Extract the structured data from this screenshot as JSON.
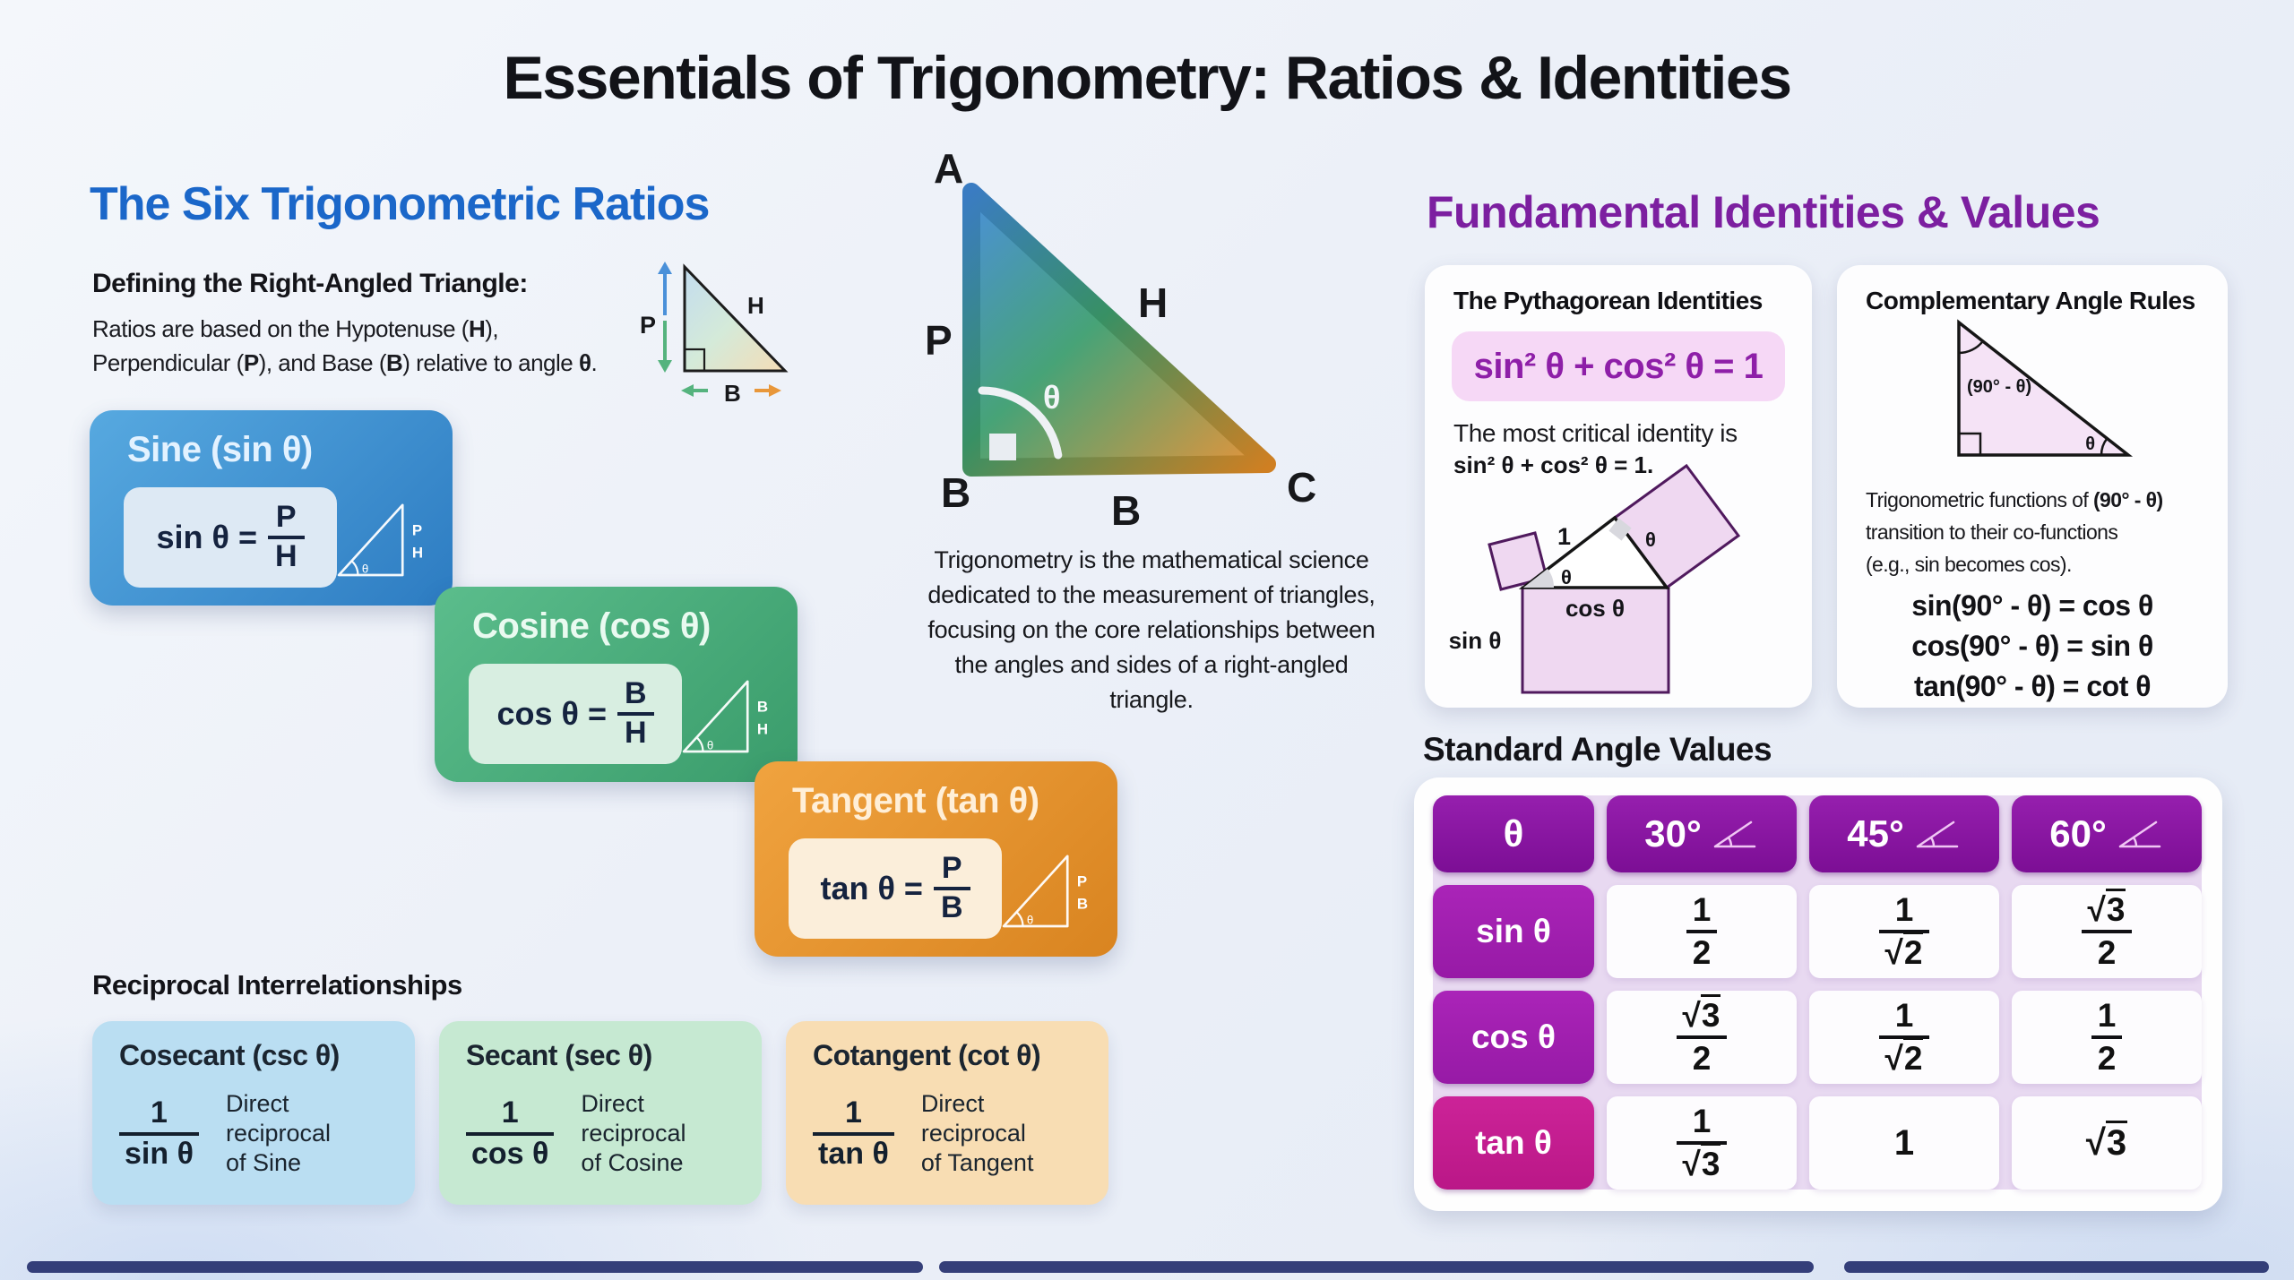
{
  "page": {
    "title": "Essentials of Trigonometry: Ratios & Identities"
  },
  "colors": {
    "heading_blue": "#1b67c9",
    "heading_purple": "#7c1fa0",
    "sine_blue": "#2d7cc2",
    "cosine_green": "#3a9c6b",
    "tangent_orange": "#d98420",
    "table_purple": "#8a14a6",
    "table_magenta": "#c4188f"
  },
  "left": {
    "heading": "The Six Trigonometric Ratios",
    "defining": {
      "heading": "Defining the Right-Angled Triangle:",
      "l1a": "Ratios are based on the Hypotenuse (",
      "l1b": "H",
      "l1c": "),",
      "l2a": "Perpendicular (",
      "l2b": "P",
      "l2c": "), and Base (",
      "l2d": "B",
      "l2e": ") relative to angle ",
      "l2f": "θ",
      "l2g": ".",
      "diagram": {
        "p": "P",
        "h": "H",
        "b": "B"
      }
    },
    "cards": [
      {
        "title": "Sine (sin θ)",
        "lhs": "sin θ =",
        "num": "P",
        "den": "H",
        "side_top": "P",
        "side_bottom": "H",
        "theta": "θ"
      },
      {
        "title": "Cosine (cos θ)",
        "lhs": "cos θ =",
        "num": "B",
        "den": "H",
        "side_top": "B",
        "side_bottom": "H",
        "theta": "θ"
      },
      {
        "title": "Tangent (tan θ)",
        "lhs": "tan θ =",
        "num": "P",
        "den": "B",
        "side_top": "P",
        "side_bottom": "B",
        "theta": "θ"
      }
    ],
    "reciprocal": {
      "heading": "Reciprocal Interrelationships",
      "cards": [
        {
          "title": "Cosecant (csc θ)",
          "num": "1",
          "den": "sin θ",
          "d1": "Direct",
          "d2": "reciprocal",
          "d3": "of Sine"
        },
        {
          "title": "Secant (sec θ)",
          "num": "1",
          "den": "cos θ",
          "d1": "Direct",
          "d2": "reciprocal",
          "d3": "of Cosine"
        },
        {
          "title": "Cotangent (cot θ)",
          "num": "1",
          "den": "tan θ",
          "d1": "Direct",
          "d2": "reciprocal",
          "d3": "of Tangent"
        }
      ]
    }
  },
  "center": {
    "v_a": "A",
    "v_b": "B",
    "v_c": "C",
    "s_p": "P",
    "s_h": "H",
    "s_b": "B",
    "theta": "θ",
    "p1": "Trigonometry is the mathematical science",
    "p2": "dedicated to the measurement of triangles,",
    "p3": "focusing on the core relationships between",
    "p4": "the angles and sides of a right-angled",
    "p5": "triangle."
  },
  "right": {
    "heading": "Fundamental Identities & Values",
    "pythagorean": {
      "title": "The Pythagorean Identities",
      "pill": "sin² θ + cos² θ = 1",
      "cap1": "The most critical identity is",
      "cap2": "sin² θ + cos² θ = 1.",
      "d_one": "1",
      "d_theta1": "θ",
      "d_theta2": "θ",
      "d_cos": "cos θ",
      "d_sin": "sin θ"
    },
    "complementary": {
      "title": "Complementary Angle Rules",
      "tri_label": "(90° - θ)",
      "tri_theta": "θ",
      "t1a": "Trigonometric functions of ",
      "t1b": "(90° - θ)",
      "t2": "transition to their co-functions",
      "t3": "(e.g., sin becomes cos).",
      "eq1": "sin(90° - θ) = cos θ",
      "eq2": "cos(90° - θ) = sin θ",
      "eq3": "tan(90° - θ) = cot θ"
    },
    "standard": {
      "heading": "Standard Angle Values",
      "h0": "θ",
      "h1": "30°",
      "h2": "45°",
      "h3": "60°",
      "r0": {
        "label": "sin θ",
        "c0n": "1",
        "c0d": "2",
        "c1n": "1",
        "c1d": "√2",
        "c2n": "√3",
        "c2d": "2"
      },
      "r1": {
        "label": "cos θ",
        "c0n": "√3",
        "c0d": "2",
        "c1n": "1",
        "c1d": "√2",
        "c2n": "1",
        "c2d": "2"
      },
      "r2": {
        "label": "tan θ",
        "c0n": "1",
        "c0d": "√3",
        "c1": "1",
        "c2": "√3"
      }
    }
  }
}
